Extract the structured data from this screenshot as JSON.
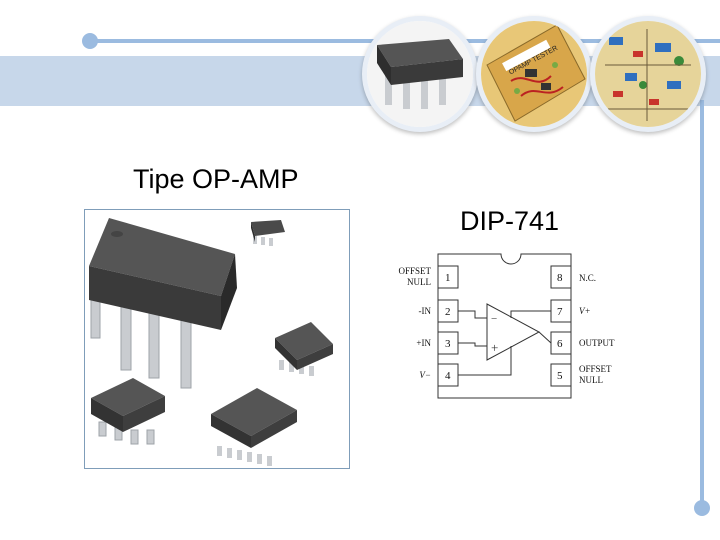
{
  "slide": {
    "title": "Tipe OP-AMP",
    "diagram_title": "DIP-741"
  },
  "header_images": [
    {
      "name": "ic-chip-photo"
    },
    {
      "name": "opamp-tester-board-photo",
      "label": "OPAMP TESTER"
    },
    {
      "name": "circuit-board-photo"
    }
  ],
  "pinout": {
    "pins": [
      {
        "number": "1",
        "label": "OFFSET",
        "label2": "NULL"
      },
      {
        "number": "2",
        "label": "-IN"
      },
      {
        "number": "3",
        "label": "+IN"
      },
      {
        "number": "4",
        "label": "V−"
      },
      {
        "number": "8",
        "label": "N.C."
      },
      {
        "number": "7",
        "label": "V+"
      },
      {
        "number": "6",
        "label": "OUTPUT"
      },
      {
        "number": "5",
        "label": "OFFSET",
        "label2": "NULL"
      }
    ],
    "minus_sign": "−",
    "plus_sign": "+"
  },
  "colors": {
    "band": "#c7d7ea",
    "line": "#9bbbe0",
    "chip": "#3a3a3a",
    "pin": "#c9ccd0"
  }
}
